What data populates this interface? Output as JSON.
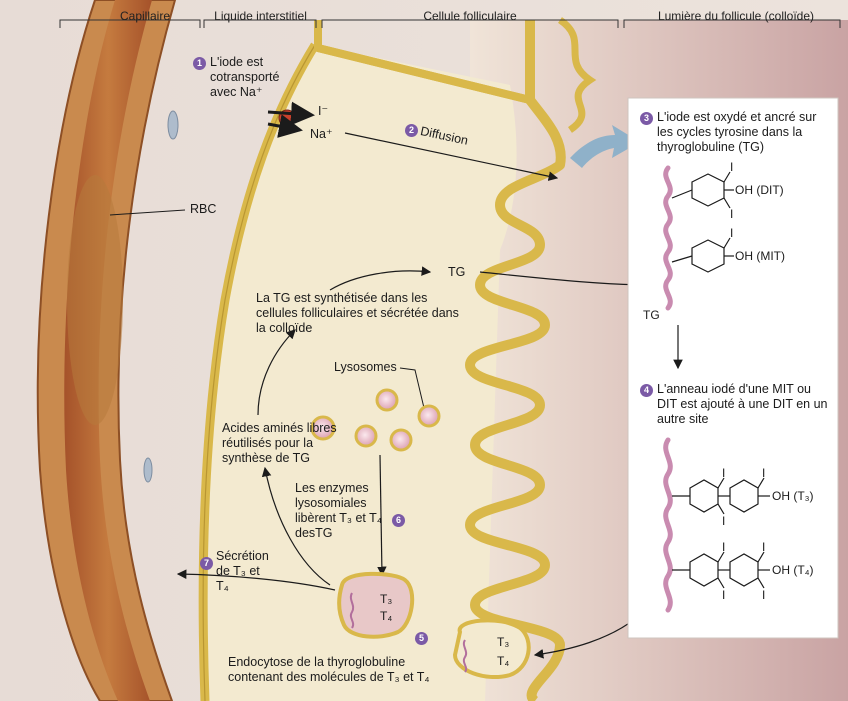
{
  "headers": {
    "capillary": "Capillaire",
    "interstitial": "Liquide interstitiel",
    "follicular_cell": "Cellule folliculaire",
    "lumen": "Lumière du follicule (colloïde)"
  },
  "labels": {
    "rbc": "RBC",
    "iodide": "I⁻",
    "sodium": "Na⁺",
    "tg_center": "TG",
    "tg_panel": "TG",
    "lysosomes": "Lysosomes",
    "t3": "T₃",
    "t4": "T₄",
    "oh_dit": "OH (DIT)",
    "oh_mit": "OH (MIT)",
    "oh_t3": "OH (T₃)",
    "oh_t4": "OH (T₄)",
    "iodine": "I"
  },
  "steps": {
    "s1_num": "1",
    "s1_text": "L'iode est cotransporté avec Na⁺",
    "s2_num": "2",
    "s2_text": "Diffusion",
    "s3_num": "3",
    "s3_text": "L'iode est oxydé et ancré sur les cycles tyrosine dans la thyroglobuline (TG)",
    "s4_num": "4",
    "s4_text": "L'anneau iodé d'une MIT ou DIT est ajouté à une DIT en un autre site",
    "s5_num": "5",
    "s5_text": "Endocytose de la thyroglobuline contenant des molécules de T₃ et T₄",
    "s6_num": "6",
    "s6_text": "Les enzymes lysosomiales libèrent T₃ et T₄ desTG",
    "s7_num": "7",
    "s7_text": "Sécrétion de T₃ et T₄"
  },
  "notes": {
    "synthesis": "La TG est synthétisée dans les cellules folliculaires et sécrétée dans la colloïde",
    "recycle": "Acides aminés libres réutilisés pour la synthèse de TG"
  },
  "colors": {
    "capillary_wall": "#c98a4e",
    "blood": "#b8642f",
    "cell_body": "#f3ead0",
    "membrane": "#d9b84a",
    "colloid": "#e8d3cf",
    "tg_chain": "#c98bb0",
    "step_badge": "#7b5aa6"
  }
}
